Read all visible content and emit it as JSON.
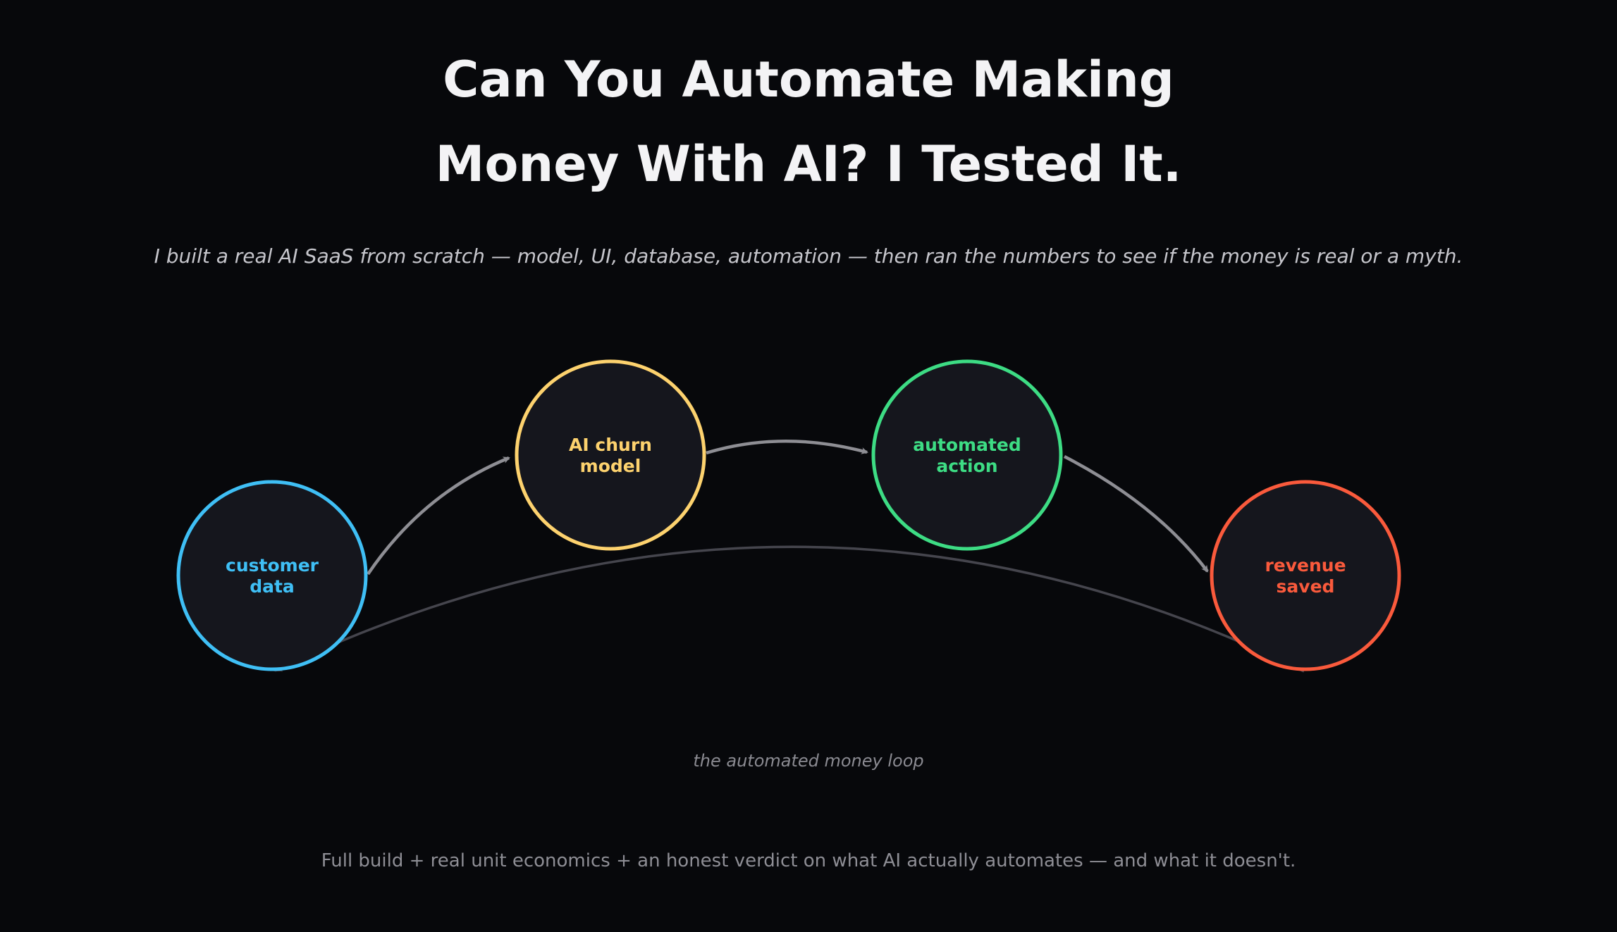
{
  "header": {
    "title_line1": "Can You Automate Making",
    "title_line2": "Money With AI? I Tested It.",
    "subtitle": "I built a real AI SaaS from scratch — model, UI, database, automation — then ran the numbers to see if the money is real or a myth."
  },
  "diagram": {
    "nodes": [
      {
        "id": "customer-data",
        "line1": "customer",
        "line2": "data",
        "color": "#3fbff5"
      },
      {
        "id": "ai-churn-model",
        "line1": "AI churn",
        "line2": "model",
        "color": "#fdd26e"
      },
      {
        "id": "automated-action",
        "line1": "automated",
        "line2": "action",
        "color": "#3ddc84"
      },
      {
        "id": "revenue-saved",
        "line1": "revenue",
        "line2": "saved",
        "color": "#fa5a3c"
      }
    ],
    "caption": "the automated money loop"
  },
  "footer": {
    "text": "Full build + real unit economics + an honest verdict on what AI actually automates — and what it doesn't."
  },
  "colors": {
    "background": "#07080b",
    "node_fill": "#15161d",
    "arrow": "#8e8e94",
    "loop_arrow": "#45454d"
  }
}
